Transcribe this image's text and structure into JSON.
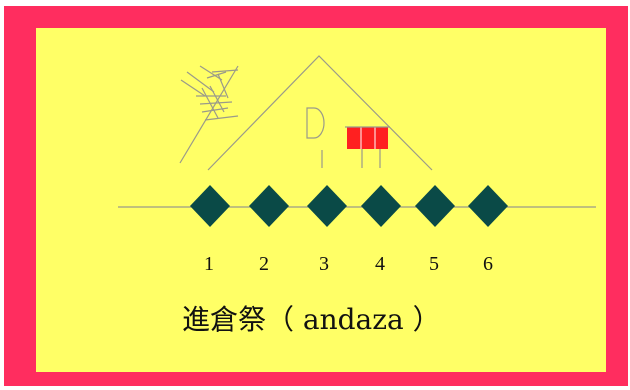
{
  "colors": {
    "frame": "#ff2d5f",
    "panel": "#ffff66",
    "line": "#9a9a8a",
    "diamond": "#0a4a47",
    "red_box": "#ff2020",
    "text": "#111111"
  },
  "markers": {
    "labels": [
      "1",
      "2",
      "3",
      "4",
      "5",
      "6"
    ]
  },
  "caption": "進倉祭（ andaza ）",
  "icons": {
    "tree": "bare-tree-icon",
    "house": "house-roof-outline",
    "door": "rounded-door-icon",
    "windows": "red-window-boxes-icon",
    "marker": "diamond-marker-icon"
  }
}
